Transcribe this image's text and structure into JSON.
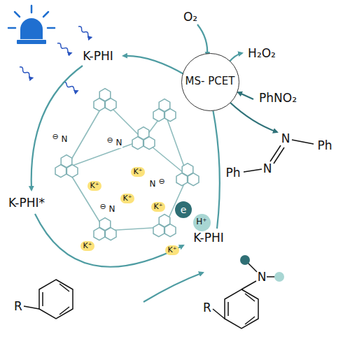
{
  "diagram": {
    "nodes": [
      {
        "text": [
          "MS- PCET"
        ]
      },
      {
        "text": [
          "e"
        ]
      },
      {
        "text": [
          "H⁺"
        ]
      }
    ],
    "labels": [
      "K-PHI",
      "K-PHI*",
      "K-PHI",
      "O₂",
      "H₂O₂",
      "PhNO₂",
      "N",
      "Ph",
      "Ph",
      "N",
      "R",
      "N",
      "R",
      "K⁺",
      "K⁺",
      "K⁺",
      "K⁺",
      "K⁺",
      "K⁺",
      "N",
      "N",
      "N",
      "N",
      "⊖",
      "⊖",
      "⊖",
      "⊖"
    ]
  }
}
